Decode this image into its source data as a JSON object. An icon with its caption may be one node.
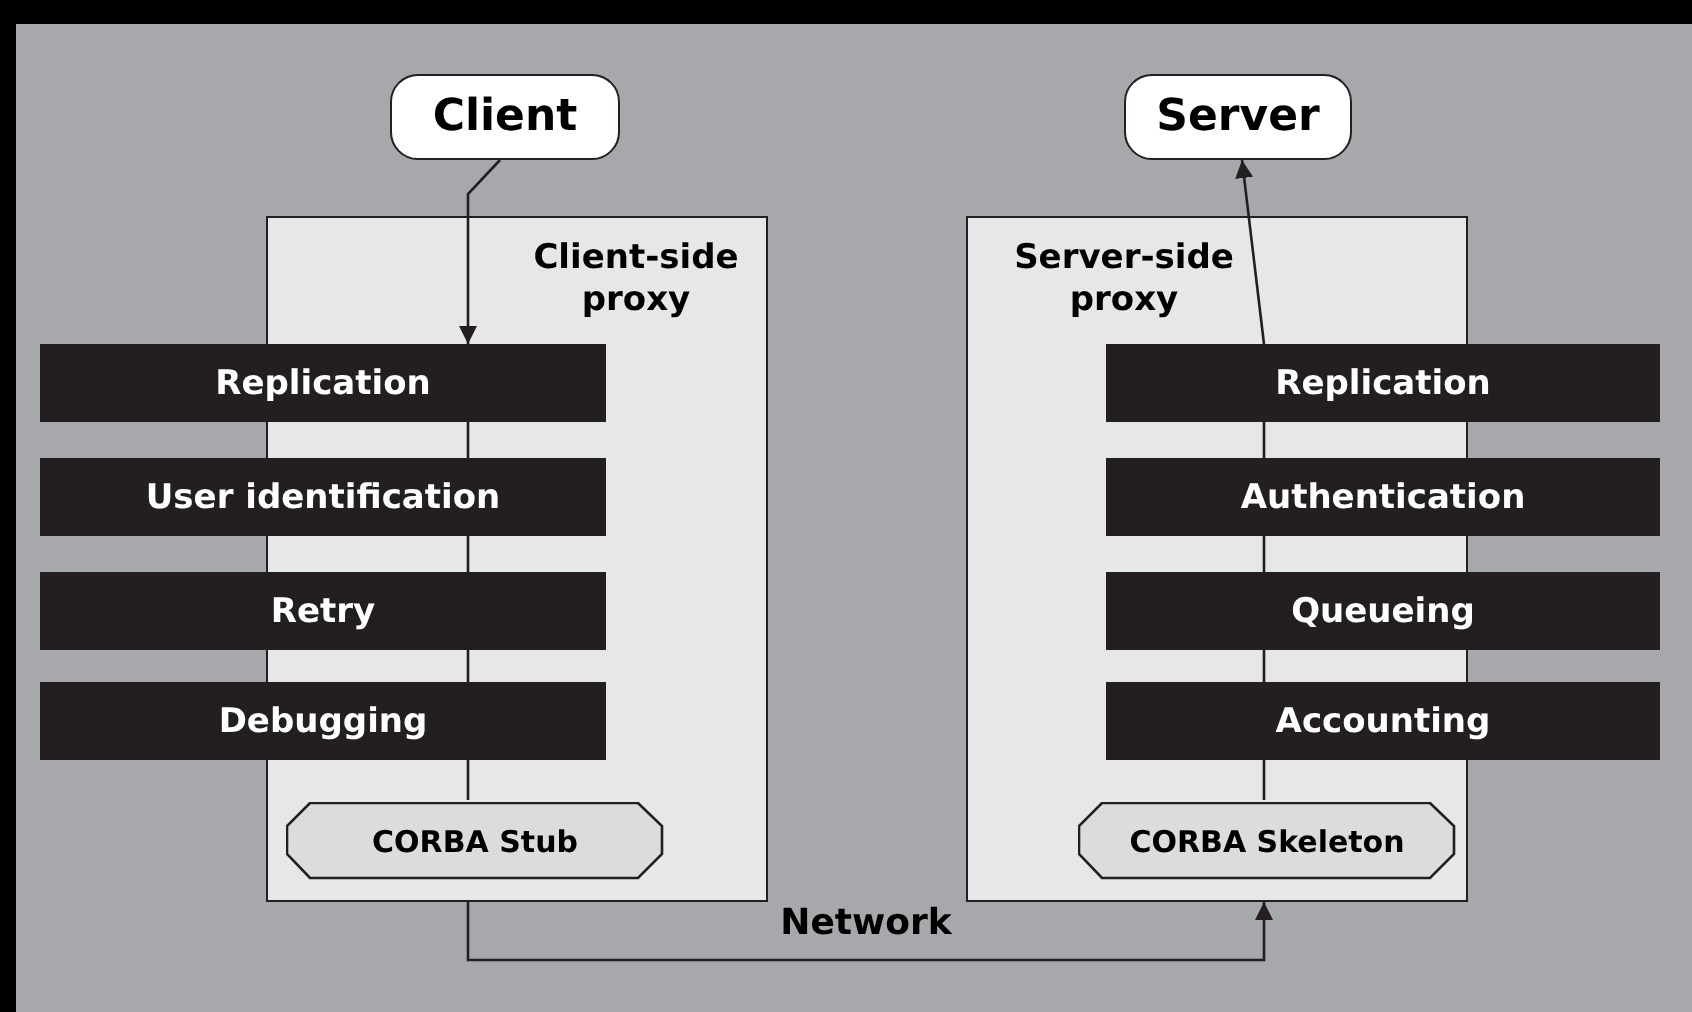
{
  "diagram": {
    "nodes": [
      {
        "text": [
          "Client"
        ]
      },
      {
        "text": [
          "Server"
        ]
      },
      {
        "text": [
          "Client-side proxy"
        ]
      },
      {
        "text": [
          "Replication"
        ]
      },
      {
        "text": [
          "User identification"
        ]
      },
      {
        "text": [
          "Retry"
        ]
      },
      {
        "text": [
          "Debugging"
        ]
      },
      {
        "text": [
          "CORBA Stub"
        ],
        "in": 2
      },
      {
        "text": [
          "Server-side proxy"
        ]
      },
      {
        "text": [
          "Replication"
        ]
      },
      {
        "text": [
          "Authentication"
        ]
      },
      {
        "text": [
          "Queueing"
        ]
      },
      {
        "text": [
          "Accounting"
        ]
      },
      {
        "text": [
          "CORBA Skeleton"
        ],
        "in": 8
      }
    ],
    "edges": [
      {
        "from": 0,
        "to": 3,
        "arrow": "to"
      },
      {
        "from": 3,
        "to": 4,
        "arrow": "none"
      },
      {
        "from": 4,
        "to": 5,
        "arrow": "none"
      },
      {
        "from": 5,
        "to": 6,
        "arrow": "none"
      },
      {
        "from": 6,
        "to": 7,
        "arrow": "none"
      },
      {
        "from": 2,
        "to": 8,
        "arrow": "to",
        "label": "Network"
      },
      {
        "from": 13,
        "to": 12,
        "arrow": "none"
      },
      {
        "from": 12,
        "to": 11,
        "arrow": "none"
      },
      {
        "from": 11,
        "to": 10,
        "arrow": "none"
      },
      {
        "from": 10,
        "to": 9,
        "arrow": "none"
      },
      {
        "from": 9,
        "to": 1,
        "arrow": "to"
      }
    ]
  }
}
